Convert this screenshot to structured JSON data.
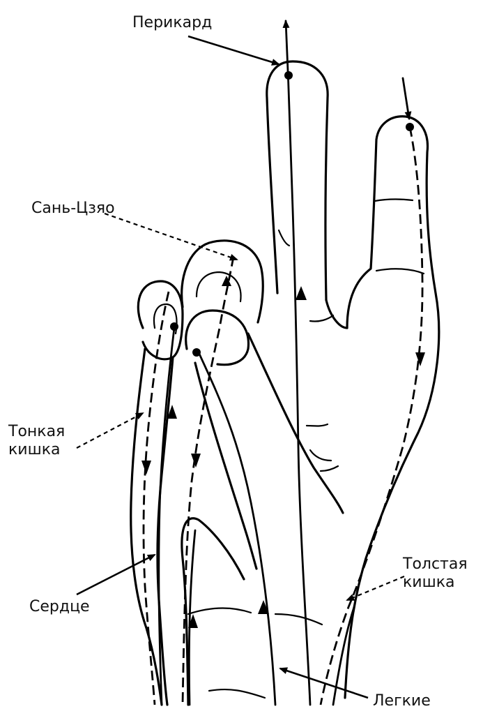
{
  "labels": {
    "pericardium": "Перикард",
    "san_jiao": "Сань-Цзяо",
    "small_intestine_line1": "Тонкая",
    "small_intestine_line2": "кишка",
    "heart": "Сердце",
    "large_intestine_line1": "Толстая",
    "large_intestine_line2": "кишка",
    "lungs": "Легкие"
  }
}
